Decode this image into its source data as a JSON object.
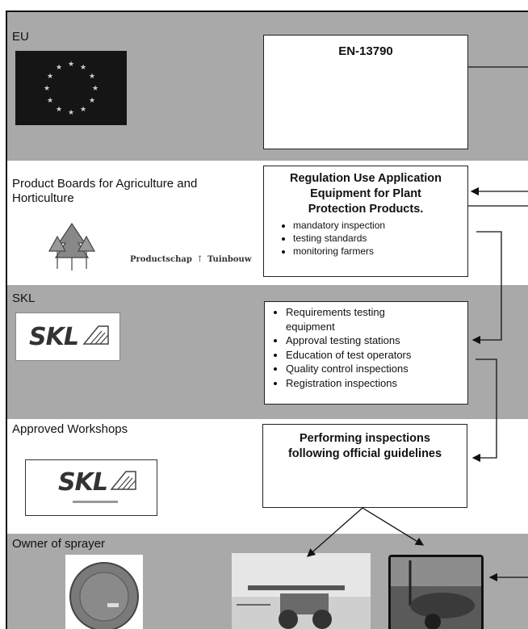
{
  "bands": {
    "eu": {
      "title": "EU",
      "box_heading": "EN-13790"
    },
    "product_boards": {
      "title_line1": "Product Boards for Agriculture and",
      "title_line2": "Horticulture",
      "box_heading_line1": "Regulation Use Application",
      "box_heading_line2": "Equipment for Plant",
      "box_heading_line3": "Protection Products.",
      "bullets": [
        "mandatory inspection",
        "testing standards",
        "monitoring farmers"
      ],
      "logo_caption_left": "Productschap",
      "logo_caption_right": "Tuinbouw"
    },
    "skl": {
      "title": "SKL",
      "bullets": [
        "Requirements testing equipment",
        "Approval testing stations",
        "Education of test operators",
        "Quality control inspections",
        "Registration inspections"
      ],
      "logo_text": "SKL"
    },
    "workshops": {
      "title": "Approved Workshops",
      "box_heading_line1": "Performing inspections",
      "box_heading_line2": "following official guidelines",
      "logo_text": "SKL"
    },
    "owner": {
      "title": "Owner of sprayer"
    }
  },
  "colors": {
    "gray_band": "#a9a9a9",
    "white_band": "#ffffff",
    "stroke": "#222222"
  }
}
